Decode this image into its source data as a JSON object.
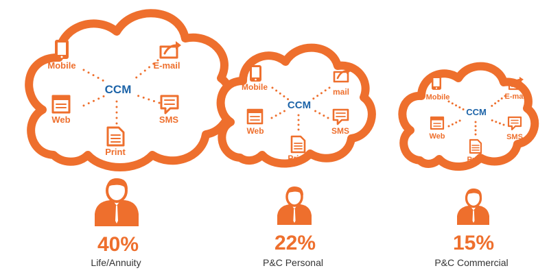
{
  "colors": {
    "accent": "#ee6f2d",
    "center_text": "#1d64a8",
    "label_text": "#333333"
  },
  "segments": [
    {
      "center": "CCM",
      "channels": {
        "mobile": "Mobile",
        "email": "E-mail",
        "web": "Web",
        "sms": "SMS",
        "print": "Print"
      },
      "percent": "40%",
      "label": "Life/Annuity"
    },
    {
      "center": "CCM",
      "channels": {
        "mobile": "Mobile",
        "email": "mail",
        "web": "Web",
        "sms": "SMS",
        "print": "Print"
      },
      "percent": "22%",
      "label": "P&C Personal"
    },
    {
      "center": "CCM",
      "channels": {
        "mobile": "Mobile",
        "email": "E-mail",
        "web": "Web",
        "sms": "SMS",
        "print": "Print"
      },
      "percent": "15%",
      "label": "P&C Commercial"
    }
  ],
  "icons": [
    "mobile-phone-icon",
    "email-share-icon",
    "web-browser-icon",
    "sms-chat-icon",
    "print-document-icon",
    "person-icon"
  ]
}
